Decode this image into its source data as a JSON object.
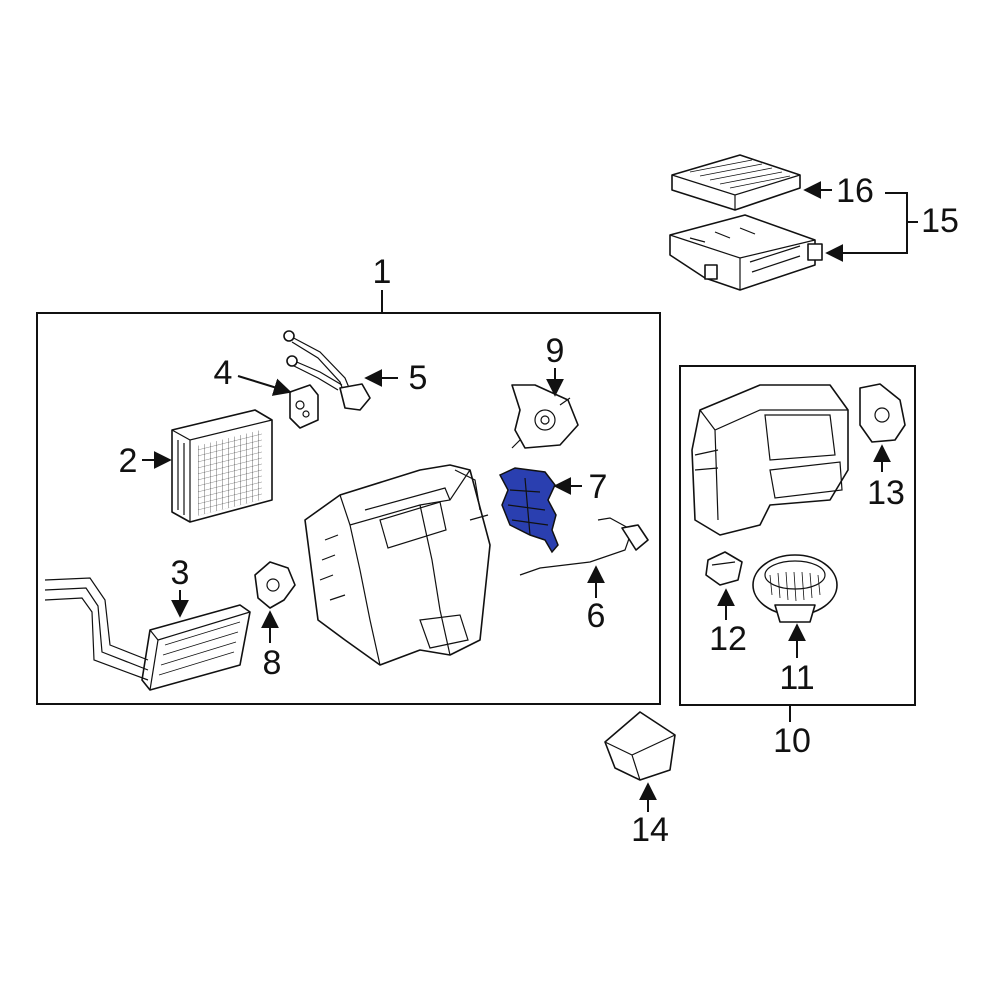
{
  "diagram": {
    "highlight_color": "#2a3fb0",
    "callouts": {
      "c1": "1",
      "c2": "2",
      "c3": "3",
      "c4": "4",
      "c5": "5",
      "c6": "6",
      "c7": "7",
      "c8": "8",
      "c9": "9",
      "c10": "10",
      "c11": "11",
      "c12": "12",
      "c13": "13",
      "c14": "14",
      "c15": "15",
      "c16": "16"
    },
    "highlighted_part": "7"
  }
}
